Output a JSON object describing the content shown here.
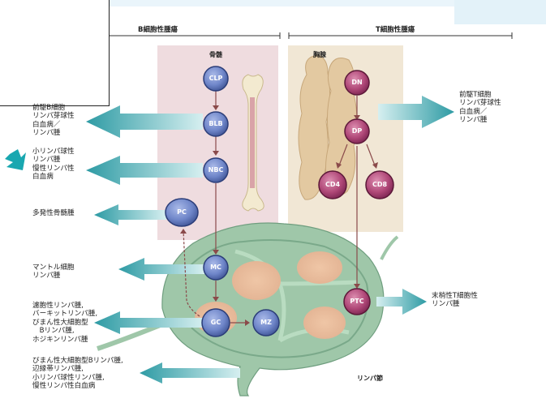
{
  "header": {
    "b_title": "B細胞性腫瘍",
    "t_title": "T細胞性腫瘍"
  },
  "panels": {
    "bone_marrow": "骨髄",
    "thymus": "胸腺",
    "lymph_node": "リンパ節"
  },
  "cells": {
    "clp": "CLP",
    "blb": "BLB",
    "nbc": "NBC",
    "pc": "PC",
    "mc": "MC",
    "gc": "GC",
    "mz": "MZ",
    "dn": "DN",
    "dp": "DP",
    "cd4": "CD4",
    "cd8": "CD8",
    "ptc": "PTC"
  },
  "left_labels": [
    "前駆B細胞\nリンパ芽球性\n白血病／\nリンパ腫",
    "小リンパ球性\nリンパ腫\n慢性リンパ性\n白血病",
    "多発性骨髄腫",
    "マントル細胞\nリンパ腫",
    "濾胞性リンパ腫,\nバーキットリンパ腫,\nびまん性大細胞型\n　Bリンパ腫,\nホジキンリンパ腫",
    "びまん性大細胞型Bリンパ腫,\n辺縁帯リンパ腫,\n小リンパ球性リンパ腫,\n慢性リンパ性白血病"
  ],
  "right_labels": [
    "前駆T細胞\nリンパ芽球性\n白血病／\nリンパ腫",
    "末梢性T細胞性\nリンパ腫"
  ],
  "colors": {
    "b_cell": "#6f86c9",
    "t_cell": "#b04878",
    "arrow": "#3aa5ad",
    "bone_marrow_bg": "#efdcdf",
    "thymus_bg": "#f1e7d5",
    "node_fill": "#9fc7a9"
  }
}
